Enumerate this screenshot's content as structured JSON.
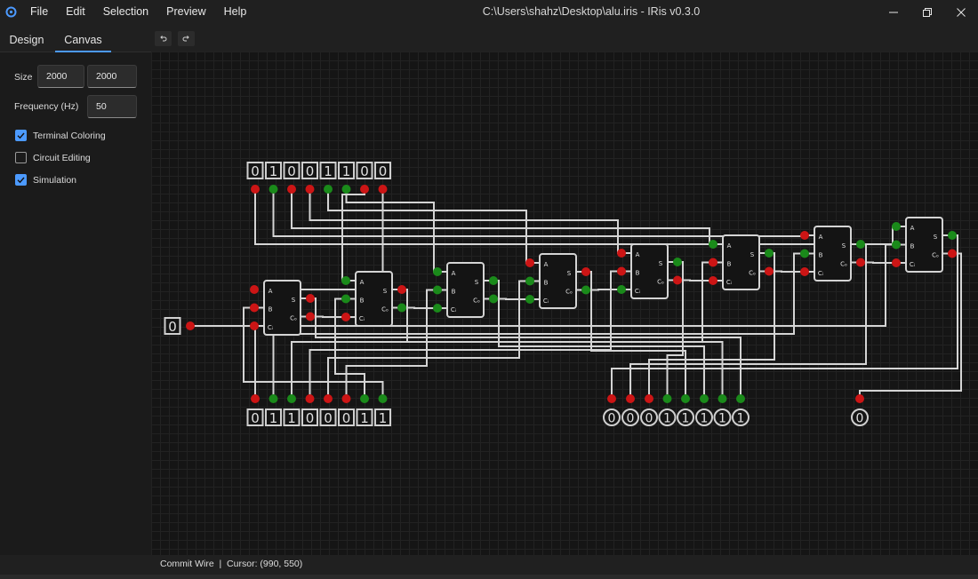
{
  "window": {
    "title": "C:\\Users\\shahz\\Desktop\\alu.iris - IRis v0.3.0",
    "menu": [
      "File",
      "Edit",
      "Selection",
      "Preview",
      "Help"
    ]
  },
  "left_panel": {
    "tabs": [
      "Design",
      "Canvas"
    ],
    "active_tab": "Canvas",
    "size_label": "Size",
    "size_width": "2000",
    "size_height": "2000",
    "frequency_label": "Frequency (Hz)",
    "frequency_value": "50",
    "checkboxes": [
      {
        "label": "Terminal Coloring",
        "checked": true
      },
      {
        "label": "Circuit Editing",
        "checked": false
      },
      {
        "label": "Simulation",
        "checked": true
      }
    ]
  },
  "toolbar": {
    "undo_icon": "undo-icon",
    "redo_icon": "redo-icon"
  },
  "status": {
    "text": "Commit Wire  |  Cursor: (990, 550)"
  },
  "colors": {
    "wire": "#d4d4d4",
    "high": "#1a8a1a",
    "low": "#cc1515",
    "gate_fill": "#141414",
    "gate_stroke": "#d4d4d4",
    "accent": "#4c9aff"
  },
  "circuit": {
    "input_a_bits": [
      "0",
      "1",
      "0",
      "0",
      "1",
      "1",
      "0",
      "0"
    ],
    "input_b_bits": [
      "0",
      "1",
      "1",
      "0",
      "0",
      "0",
      "1",
      "1"
    ],
    "carry_in": "0",
    "sum_output_bits": [
      "0",
      "0",
      "0",
      "1",
      "1",
      "1",
      "1",
      "1"
    ],
    "carry_output": "0",
    "input_a_terminals": [
      "low",
      "high",
      "low",
      "low",
      "high",
      "high",
      "low",
      "low"
    ],
    "input_b_terminals": [
      "low",
      "high",
      "high",
      "low",
      "low",
      "low",
      "high",
      "high"
    ],
    "sum_terminals": [
      "low",
      "low",
      "low",
      "high",
      "high",
      "high",
      "high",
      "high"
    ],
    "carry_terminal": "low",
    "adder_pin_labels": {
      "a": "A",
      "b": "B",
      "cin": "Cᵢ",
      "sum": "S",
      "cout": "Cₒ"
    },
    "adders": [
      {
        "a": "low",
        "b": "low",
        "cin": "low",
        "s": "low",
        "cout": "low"
      },
      {
        "a": "high",
        "b": "high",
        "cin": "low",
        "s": "low",
        "cout": "high"
      },
      {
        "a": "high",
        "b": "high",
        "cin": "high",
        "s": "high",
        "cout": "high"
      },
      {
        "a": "low",
        "b": "high",
        "cin": "high",
        "s": "low",
        "cout": "high"
      },
      {
        "a": "low",
        "b": "low",
        "cin": "high",
        "s": "high",
        "cout": "low"
      },
      {
        "a": "high",
        "b": "low",
        "cin": "low",
        "s": "high",
        "cout": "low"
      },
      {
        "a": "low",
        "b": "high",
        "cin": "low",
        "s": "high",
        "cout": "low"
      },
      {
        "a": "high",
        "b": "high",
        "cin": "low",
        "s": "high",
        "cout": "low"
      }
    ]
  }
}
